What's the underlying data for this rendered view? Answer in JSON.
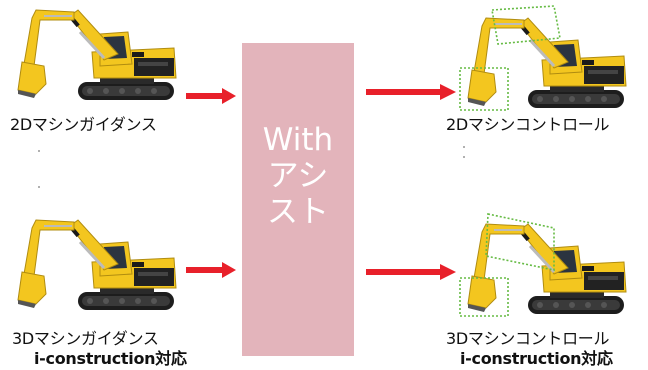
{
  "left": {
    "top_label": "2Dマシンガイダンス",
    "bottom_label": "3Dマシンガイダンス",
    "bottom_sublabel": "i-construction対応"
  },
  "center": {
    "line1": "With",
    "line2": "アシ",
    "line3": "スト"
  },
  "right": {
    "top_label": "2Dマシンコントロール",
    "bottom_label": "3Dマシンコントロール",
    "bottom_sublabel": "i-construction対応"
  },
  "colors": {
    "arrow": "#e8202a",
    "assist_box": "#e3b4bb",
    "excavator_body": "#f3c61f",
    "detection_box": "#66bb44"
  }
}
